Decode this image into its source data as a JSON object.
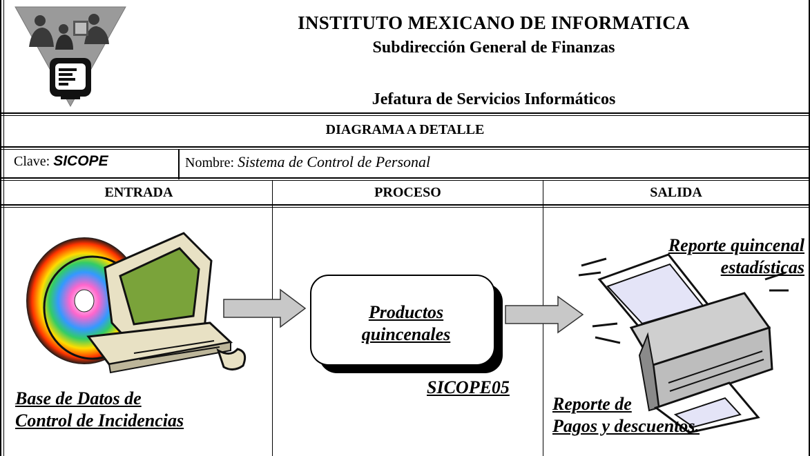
{
  "header": {
    "institution": "INSTITUTO MEXICANO DE INFORMATICA",
    "subdirection": "Subdirección General de Finanzas",
    "department": "Jefatura de Servicios Informáticos",
    "diagram_title": "DIAGRAMA A DETALLE"
  },
  "identity": {
    "clave_label": "Clave: ",
    "clave_value": "SICOPE",
    "nombre_label": "Nombre: ",
    "nombre_value": "Sistema de Control de Personal"
  },
  "columns": {
    "input": "ENTRADA",
    "process": "PROCESO",
    "output": "SALIDA"
  },
  "input": {
    "line1": "Base de Datos de",
    "line2": "Control de Incidencias"
  },
  "process": {
    "box_line1": "Productos",
    "box_line2": "quincenales",
    "program": "SICOPE05"
  },
  "output": {
    "top_line1": "Reporte quincenal",
    "top_line2": "estadísticas",
    "bottom_line1": "Reporte de",
    "bottom_line2": "Pagos y descuentos."
  },
  "icons": {
    "logo": "people-computer-logo-icon",
    "input_image": "computer-cd-icon",
    "output_image": "printer-icon",
    "arrows": "arrow-right-icon"
  }
}
